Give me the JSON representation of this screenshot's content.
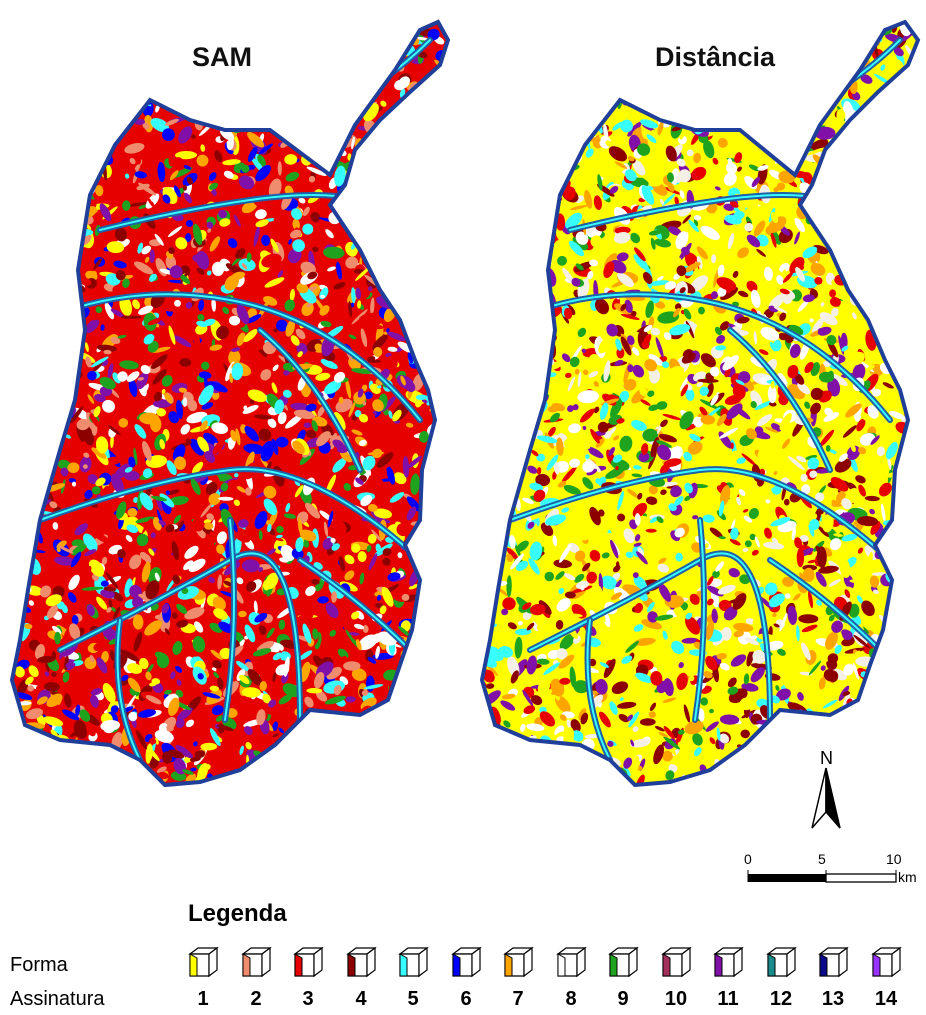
{
  "maps": {
    "left_title": "SAM",
    "right_title": "Distância"
  },
  "north_arrow": {
    "label": "N"
  },
  "scale_bar": {
    "ticks": [
      "0",
      "5",
      "10"
    ],
    "unit": "km"
  },
  "legend": {
    "title": "Legenda",
    "shape_label": "Forma",
    "signature_label": "Assinatura",
    "items": [
      {
        "number": "1",
        "color": "#ffff00"
      },
      {
        "number": "2",
        "color": "#f08c6e"
      },
      {
        "number": "3",
        "color": "#e60000"
      },
      {
        "number": "4",
        "color": "#8c0000"
      },
      {
        "number": "5",
        "color": "#38ffff"
      },
      {
        "number": "6",
        "color": "#0000ff"
      },
      {
        "number": "7",
        "color": "#ffa500"
      },
      {
        "number": "8",
        "color": "#ffffff"
      },
      {
        "number": "9",
        "color": "#1fa31f"
      },
      {
        "number": "10",
        "color": "#a3305a"
      },
      {
        "number": "11",
        "color": "#8010a8"
      },
      {
        "number": "12",
        "color": "#1a8c8c"
      },
      {
        "number": "13",
        "color": "#0a0a8c"
      },
      {
        "number": "14",
        "color": "#9933ff"
      }
    ]
  },
  "colors": {
    "sam_palette": [
      "#e60000",
      "#8c0000",
      "#ffa500",
      "#f08c6e",
      "#ffff00",
      "#38ffff",
      "#8010a8",
      "#0000ff",
      "#ffffff",
      "#1fa31f"
    ],
    "dist_palette": [
      "#ffff00",
      "#ffffff",
      "#e60000",
      "#f5f0e6",
      "#8010a8",
      "#38ffff",
      "#1fa31f",
      "#8c0000",
      "#ffa500"
    ],
    "stream": "#1f5fa8",
    "outline": "#1f3f9a"
  }
}
